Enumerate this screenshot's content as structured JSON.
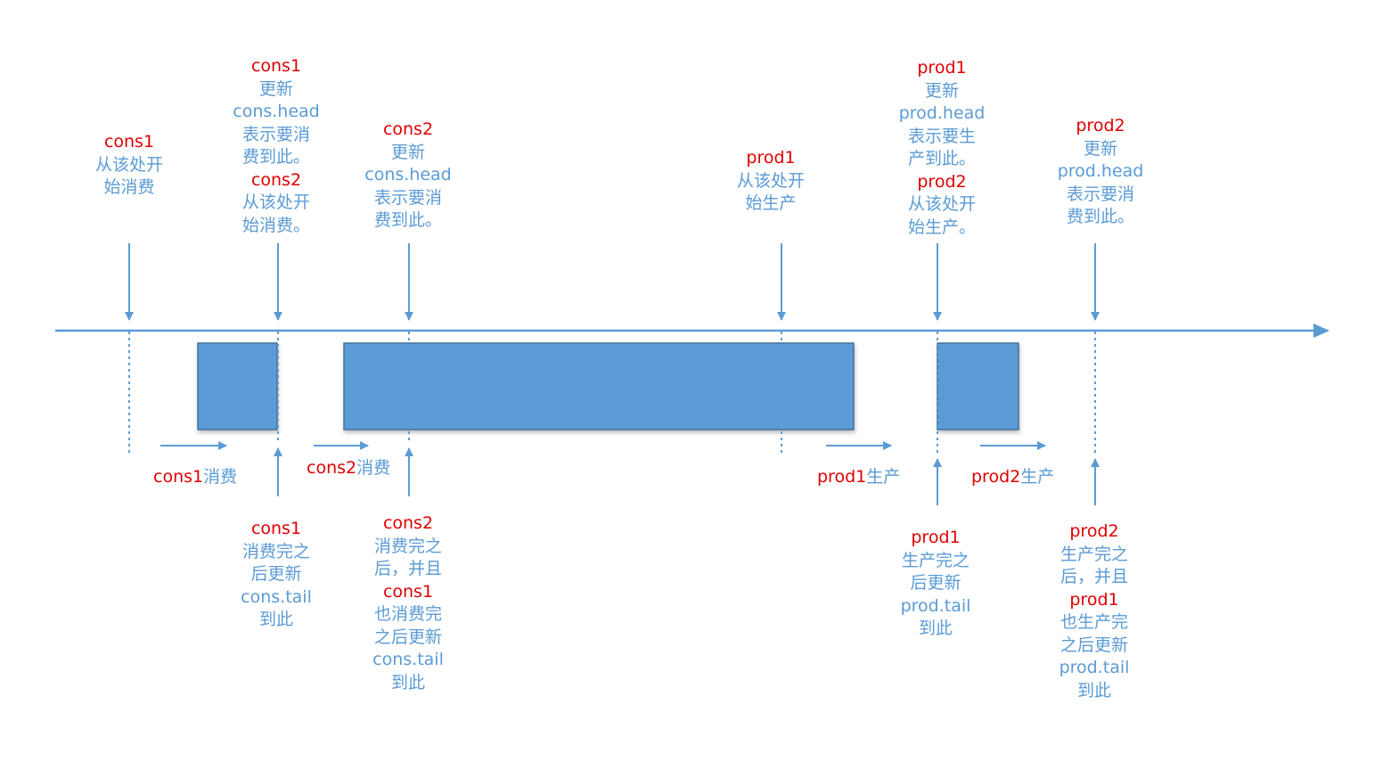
{
  "colors": {
    "axis": "#5b9bd5",
    "block_fill": "#5b9bd5",
    "block_stroke": "#41719c",
    "actor_text": "#e00000",
    "desc_text": "#5b9bd5"
  },
  "top_labels": [
    {
      "id": "cons1-start",
      "actor": "cons1",
      "lines": [
        "从该处开",
        "始消费"
      ]
    },
    {
      "id": "cons1-head",
      "actor": "cons1",
      "lines": [
        "更新",
        "cons.head",
        "表示要消",
        "费到此。"
      ],
      "actor2": "cons2",
      "lines2": [
        "从该处开",
        "始消费。"
      ]
    },
    {
      "id": "cons2-head",
      "actor": "cons2",
      "lines": [
        "更新",
        "cons.head",
        "表示要消",
        "费到此。"
      ]
    },
    {
      "id": "prod1-start",
      "actor": "prod1",
      "lines": [
        "从该处开",
        "始生产"
      ]
    },
    {
      "id": "prod1-head",
      "actor": "prod1",
      "lines": [
        "更新",
        "prod.head",
        "表示要生",
        "产到此。"
      ],
      "actor2": "prod2",
      "lines2": [
        "从该处开",
        "始生产。"
      ]
    },
    {
      "id": "prod2-head",
      "actor": "prod2",
      "lines": [
        "更新",
        "prod.head",
        "表示要消",
        "费到此。"
      ]
    }
  ],
  "flows": [
    {
      "id": "cons1-consume",
      "actor": "cons1",
      "text": "消费"
    },
    {
      "id": "cons2-consume",
      "actor": "cons2",
      "text": "消费"
    },
    {
      "id": "prod1-produce",
      "actor": "prod1",
      "text": "生产"
    },
    {
      "id": "prod2-produce",
      "actor": "prod2",
      "text": "生产"
    }
  ],
  "bottom_labels": [
    {
      "id": "cons1-tail",
      "actor": "cons1",
      "lines": [
        "消费完之",
        "后更新",
        "cons.tail",
        "到此"
      ]
    },
    {
      "id": "cons2-tail",
      "actor": "cons2",
      "lines": [
        "消费完之",
        "后，并且"
      ],
      "actor2": "cons1",
      "lines2": [
        "也消费完",
        "之后更新",
        "cons.tail",
        "到此"
      ]
    },
    {
      "id": "prod1-tail",
      "actor": "prod1",
      "lines": [
        "生产完之",
        "后更新",
        "prod.tail",
        "到此"
      ]
    },
    {
      "id": "prod2-tail",
      "actor": "prod2",
      "lines": [
        "生产完之",
        "后，并且"
      ],
      "actor2": "prod1",
      "lines2": [
        "也生产完",
        "之后更新",
        "prod.tail",
        "到此"
      ]
    }
  ]
}
